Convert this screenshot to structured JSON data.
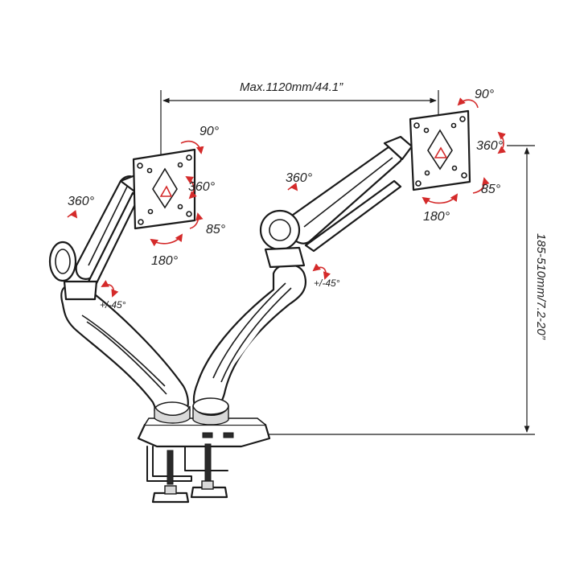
{
  "labels": {
    "width_dimension": "Max.1120mm/44.1”",
    "height_dimension": "185-510mm/7.2-20”",
    "left_tilt_up": "90°",
    "left_rotate": "360°",
    "left_tilt_down": "85°",
    "left_swivel": "180°",
    "left_joint_rotate": "360°",
    "left_arm_tilt": "+/-45°",
    "right_tilt_up": "90°",
    "right_rotate": "360°",
    "right_tilt_down": "85°",
    "right_swivel": "180°",
    "right_joint_rotate": "360°",
    "right_arm_tilt": "+/-45°"
  },
  "colors": {
    "line": "#1a1a1a",
    "accent_arrow": "#d42a2a",
    "background": "#ffffff"
  },
  "icons": [
    "rotation-arrow-icon",
    "vesa-plate-icon",
    "c-clamp-icon"
  ]
}
